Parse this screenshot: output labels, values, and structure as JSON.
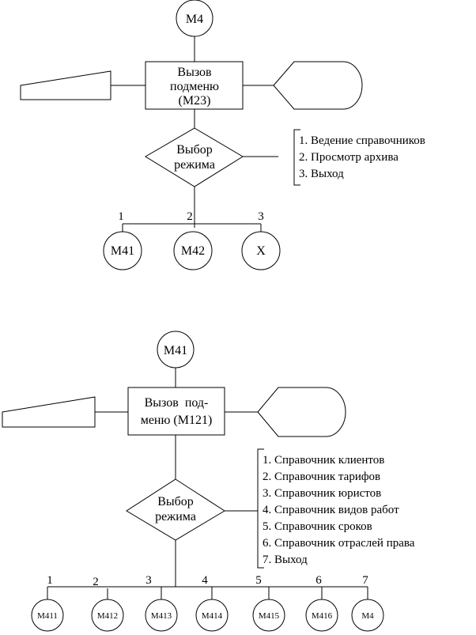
{
  "diagram1": {
    "top_node": "M4",
    "process": [
      "Вызов",
      "подменю",
      "(M23)"
    ],
    "decision": [
      "Выбор",
      "режима"
    ],
    "menu": [
      "1. Ведение справочников",
      "2. Просмотр архива",
      "3. Выход"
    ],
    "branch_numbers": [
      "1",
      "2",
      "3"
    ],
    "children": [
      "M41",
      "M42",
      "X"
    ]
  },
  "diagram2": {
    "top_node": "M41",
    "process": [
      "Вызов  под-",
      "меню (M121)"
    ],
    "decision": [
      "Выбор",
      "режима"
    ],
    "menu": [
      "1. Справочник клиентов",
      "2. Справочник тарифов",
      "3. Справочник юристов",
      "4. Справочник видов работ",
      "5. Справочник сроков",
      "6. Справочник отраслей права",
      "7. Выход"
    ],
    "branch_numbers": [
      "1",
      "2",
      "3",
      "4",
      "5",
      "6",
      "7"
    ],
    "children": [
      "M411",
      "M412",
      "M413",
      "M414",
      "M415",
      "M416",
      "M4"
    ]
  }
}
